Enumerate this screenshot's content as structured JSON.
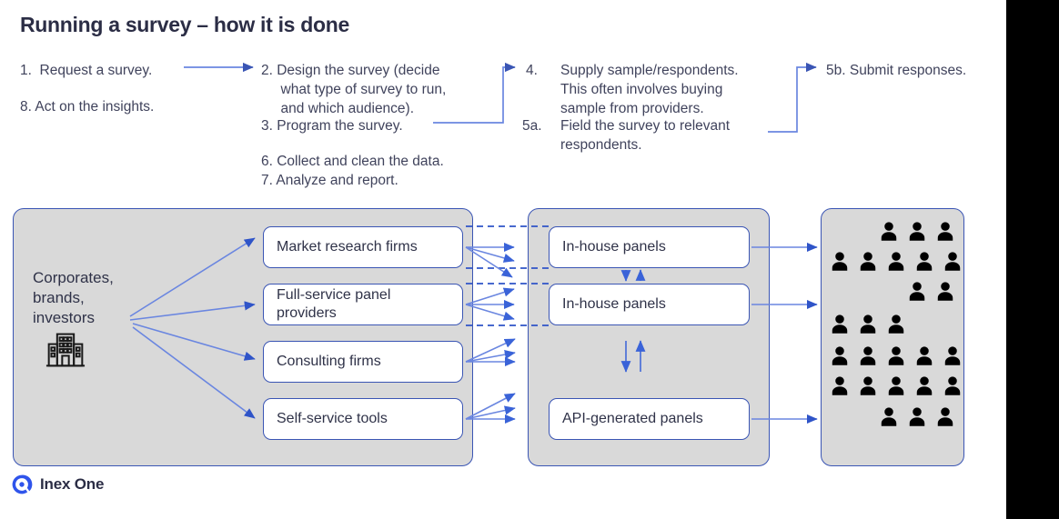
{
  "title": "Running a survey – how it is done",
  "steps": [
    {
      "id": "step1",
      "text": "1.  Request a survey."
    },
    {
      "id": "step8",
      "text": "8. Act on the insights."
    },
    {
      "id": "step2",
      "text": "2. Design the survey (decide\n     what type of survey to run,\n     and which audience)."
    },
    {
      "id": "step3",
      "text": "3. Program the survey."
    },
    {
      "id": "step6",
      "text": "6. Collect and clean the data."
    },
    {
      "id": "step7",
      "text": "7. Analyze and report."
    },
    {
      "id": "step4",
      "num": "4.",
      "text": "Supply sample/respondents.\nThis often involves buying\nsample from providers."
    },
    {
      "id": "step5a",
      "num": "5a.",
      "text": "Field the survey to relevant\nrespondents."
    },
    {
      "id": "step5b",
      "text": "5b. Submit responses."
    }
  ],
  "diagram": {
    "source": {
      "label": "Corporates,\nbrands,\ninvestors",
      "icon": "office-building-icon"
    },
    "providers": [
      {
        "label": "Market research firms"
      },
      {
        "label": "Full-service panel\nproviders"
      },
      {
        "label": "Consulting firms"
      },
      {
        "label": "Self-service tools"
      }
    ],
    "panels": [
      {
        "label": "In-house panels"
      },
      {
        "label": "In-house panels"
      },
      {
        "label": "API-generated panels"
      }
    ],
    "respondents": {
      "icon": "person-icon",
      "rows": [
        {
          "count": 3,
          "offset": 62
        },
        {
          "count": 5,
          "offset": 8
        },
        {
          "count": 2,
          "offset": 93
        },
        {
          "count": 3,
          "offset": 8
        },
        {
          "count": 5,
          "offset": 8
        },
        {
          "count": 5,
          "offset": 8
        },
        {
          "count": 3,
          "offset": 62
        }
      ]
    }
  },
  "logo": {
    "text": "Inex One",
    "mark": "inex-one-logo-icon"
  },
  "colors": {
    "accent_blue": "#3a55b4",
    "arrow_blue": "#4a6fd8",
    "panel_gray": "#d9d9d9",
    "text_navy": "#2f3248",
    "title_navy": "#2b2d45",
    "logo_blue": "#2f54eb"
  }
}
